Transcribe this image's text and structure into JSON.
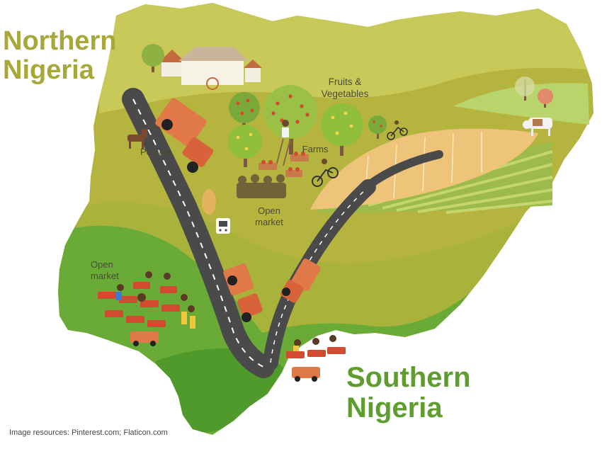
{
  "regions": {
    "north": {
      "title_line1": "Northern",
      "title_line2": "Nigeria"
    },
    "south": {
      "title_line1": "Southern",
      "title_line2": "Nigeria"
    }
  },
  "labels": {
    "fruits_line1": "Fruits &",
    "fruits_line2": "Vegetables",
    "farms": "Farms",
    "pothole": "Pothole",
    "open_market_north_line1": "Open",
    "open_market_north_line2": "market",
    "open_market_south_line1": "Open",
    "open_market_south_line2": "market"
  },
  "credit": "Image resources: Pinterest.com; Flaticon.com",
  "icons": [
    "farmhouse-icon",
    "tree-icon",
    "fruit-tree-icon",
    "truck-icon",
    "bus-stop-icon",
    "cyclist-icon",
    "horse-icon",
    "cow-icon",
    "market-vendor-icon",
    "produce-crate-icon",
    "farmer-on-ladder-icon"
  ],
  "colors": {
    "north_land": "#b5b43f",
    "north_hills": "#c9c95a",
    "middle_belt": "#a9b33c",
    "south_land": "#6aab37",
    "coast": "#4f9a2b",
    "road": "#4a4a4a",
    "truck": "#e07848",
    "field": "#edc47a",
    "crop_rows": "#8fb143"
  }
}
